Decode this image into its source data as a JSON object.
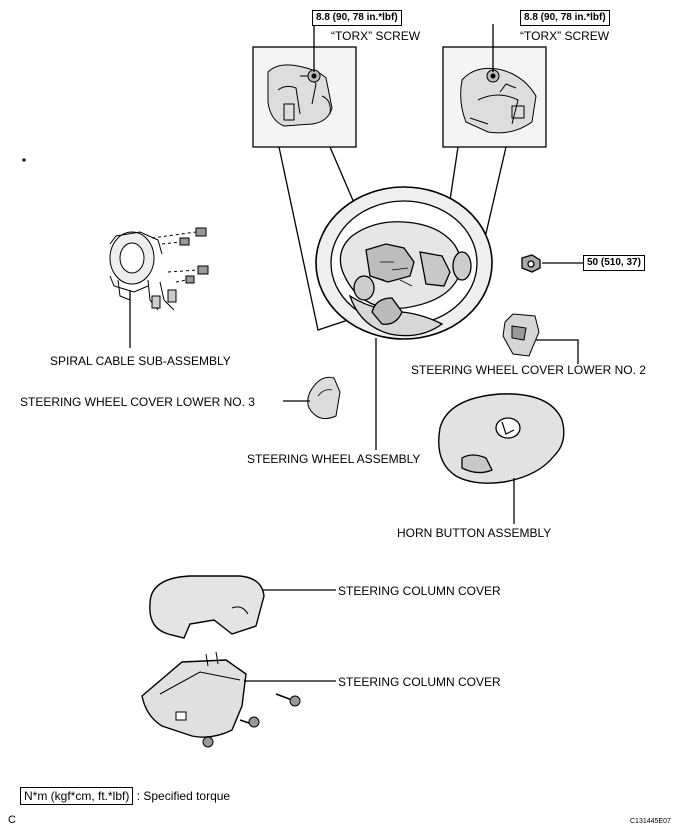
{
  "torque_left": {
    "value": "8.8 (90, 78 in.*lbf)",
    "fastener": "“TORX” SCREW"
  },
  "torque_right": {
    "value": "8.8 (90, 78 in.*lbf)",
    "fastener": "“TORX” SCREW"
  },
  "torque_nut": {
    "value": "50 (510, 37)"
  },
  "labels": {
    "spiral_cable": "SPIRAL CABLE SUB-ASSEMBLY",
    "cover_lower_no2": "STEERING WHEEL COVER LOWER NO. 2",
    "cover_lower_no3": "STEERING WHEEL COVER LOWER NO. 3",
    "steering_wheel": "STEERING WHEEL ASSEMBLY",
    "horn_button": "HORN BUTTON ASSEMBLY",
    "column_cover_upper": "STEERING COLUMN COVER",
    "column_cover_lower": "STEERING COLUMN COVER"
  },
  "legend": {
    "unit_box": "N*m (kgf*cm, ft.*lbf)",
    "meaning": ": Specified torque"
  },
  "footer": {
    "page_letter": "C",
    "figure_code": "C131445E07"
  }
}
